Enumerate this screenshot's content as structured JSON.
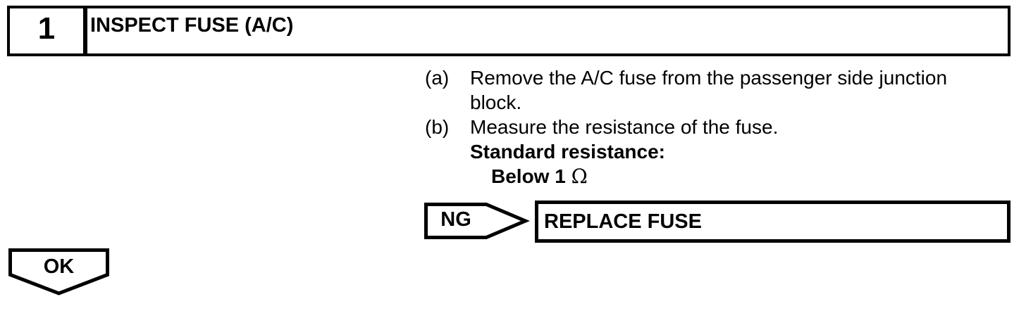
{
  "colors": {
    "ink": "#000000",
    "paper": "#ffffff"
  },
  "step": {
    "number": "1",
    "title": "INSPECT FUSE (A/C)"
  },
  "instructions": [
    {
      "marker": "(a)",
      "lines": [
        "Remove the A/C fuse from the passenger side junction",
        "block."
      ]
    },
    {
      "marker": "(b)",
      "lines": [
        "Measure the resistance of the fuse."
      ]
    }
  ],
  "specification": {
    "label": "Standard resistance:",
    "value": "Below 1",
    "unit": "Ω"
  },
  "flow": {
    "ng_label": "NG",
    "ng_action": "REPLACE FUSE",
    "ok_label": "OK"
  }
}
